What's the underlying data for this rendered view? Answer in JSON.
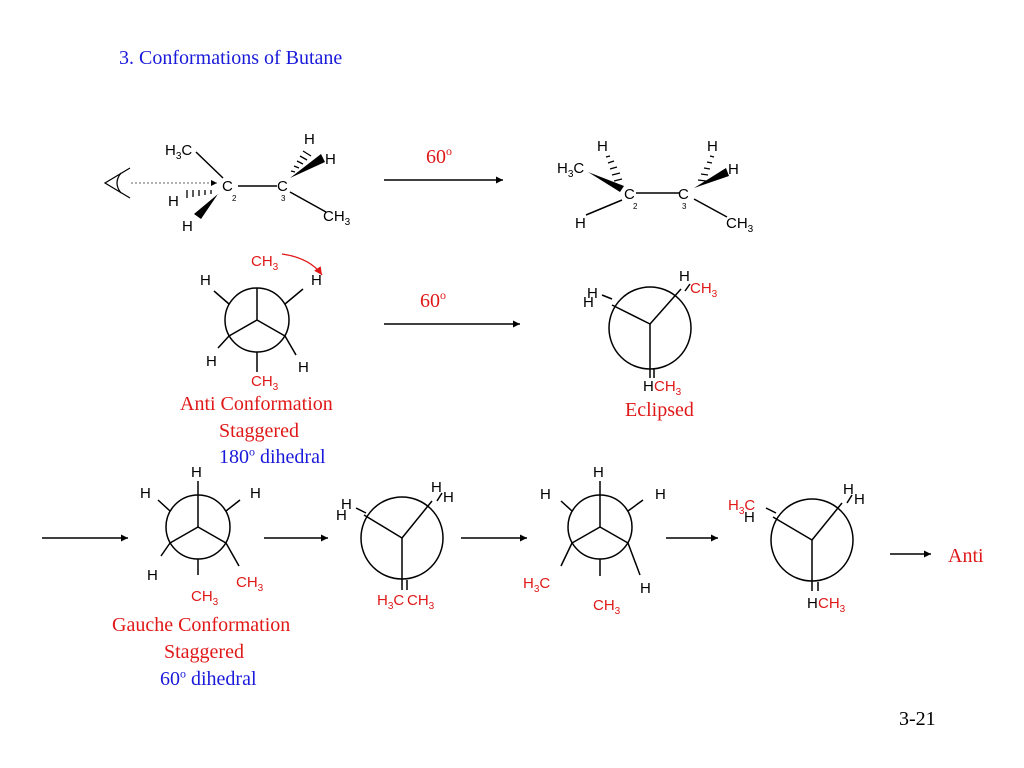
{
  "title": "3. Conformations of Butane",
  "arrow_label_1": "60",
  "arrow_label_2": "60",
  "degree_sup": "o",
  "anti": {
    "line1": "Anti Conformation",
    "line2": "Staggered",
    "dihedral_value": "180",
    "dihedral_text": " dihedral"
  },
  "eclipsed_label": "Eclipsed",
  "gauche": {
    "line1": "Gauche Conformation",
    "line2": "Staggered",
    "dihedral_value": "60",
    "dihedral_text": " dihedral"
  },
  "anti_end_label": "Anti",
  "page_number": "3-21",
  "atoms": {
    "carbon": "C",
    "hydrogen": "H",
    "methyl": "CH",
    "subscript_3": "3",
    "carbon_2": "2",
    "carbon_3": "3"
  },
  "colors": {
    "title_blue": "#1a1adb",
    "label_red": "#e01818",
    "ink": "#000000"
  }
}
